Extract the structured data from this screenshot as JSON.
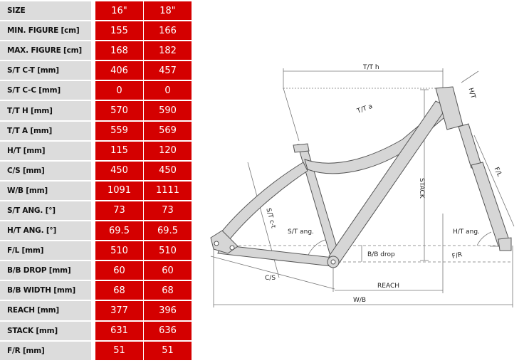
{
  "table": {
    "header": {
      "label": "SIZE",
      "sizes": [
        "16\"",
        "18\""
      ]
    },
    "rows": [
      {
        "label": "MIN. FIGURE [cm]",
        "values": [
          "155",
          "166"
        ]
      },
      {
        "label": "MAX. FIGURE [cm]",
        "values": [
          "168",
          "182"
        ]
      },
      {
        "label": "S/T C-T [mm]",
        "values": [
          "406",
          "457"
        ]
      },
      {
        "label": "S/T C-C [mm]",
        "values": [
          "0",
          "0"
        ]
      },
      {
        "label": "T/T H [mm]",
        "values": [
          "570",
          "590"
        ]
      },
      {
        "label": "T/T A [mm]",
        "values": [
          "559",
          "569"
        ]
      },
      {
        "label": "H/T [mm]",
        "values": [
          "115",
          "120"
        ]
      },
      {
        "label": "C/S [mm]",
        "values": [
          "450",
          "450"
        ]
      },
      {
        "label": "W/B [mm]",
        "values": [
          "1091",
          "1111"
        ]
      },
      {
        "label": "S/T ANG. [°]",
        "values": [
          "73",
          "73"
        ]
      },
      {
        "label": "H/T ANG. [°]",
        "values": [
          "69.5",
          "69.5"
        ]
      },
      {
        "label": "F/L [mm]",
        "values": [
          "510",
          "510"
        ]
      },
      {
        "label": "B/B DROP [mm]",
        "values": [
          "60",
          "60"
        ]
      },
      {
        "label": "B/B WIDTH [mm]",
        "values": [
          "68",
          "68"
        ]
      },
      {
        "label": "REACH [mm]",
        "values": [
          "377",
          "396"
        ]
      },
      {
        "label": "STACK [mm]",
        "values": [
          "631",
          "636"
        ]
      },
      {
        "label": "F/R [mm]",
        "values": [
          "51",
          "51"
        ]
      }
    ]
  },
  "diagram": {
    "labels": {
      "tt_h": "T/T h",
      "tt_a": "T/T a",
      "ht": "H/T",
      "stack": "STACK",
      "fl": "F/L",
      "st_ct": "S/T c-t",
      "st_ang": "S/T ang.",
      "ht_ang": "H/T ang.",
      "bb_drop": "B/B drop",
      "fr": "F/R",
      "cs": "C/S",
      "reach": "REACH",
      "wb": "W/B"
    },
    "colors": {
      "frame_fill": "#d6d6d6",
      "frame_stroke": "#555555",
      "dim_line": "#777777"
    }
  }
}
